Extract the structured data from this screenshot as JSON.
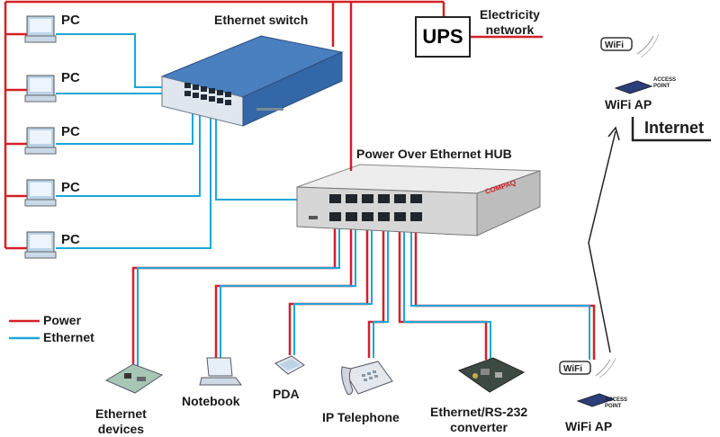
{
  "labels": {
    "ethernet_switch": "Ethernet switch",
    "ups": "UPS",
    "electricity_network": "Electricity\nnetwork",
    "poe_hub": "Power Over Ethernet HUB",
    "internet": "Internet",
    "wifi_ap_top": "WiFi AP",
    "wifi_ap_bottom": "WiFi AP",
    "pc": "PC",
    "ethernet_devices": "Ethernet\ndevices",
    "notebook": "Notebook",
    "pda": "PDA",
    "ip_telephone": "IP Telephone",
    "rs232": "Ethernet/RS-232\nconverter",
    "compaq": "COMPAQ",
    "wifi_badge": "WiFi",
    "access_point": "ACCESS\nPOINT"
  },
  "legend": {
    "power": "Power",
    "ethernet": "Ethernet"
  },
  "colors": {
    "power": "#d42027",
    "ethernet": "#1ea5d8"
  },
  "pcs": [
    "PC",
    "PC",
    "PC",
    "PC",
    "PC"
  ]
}
